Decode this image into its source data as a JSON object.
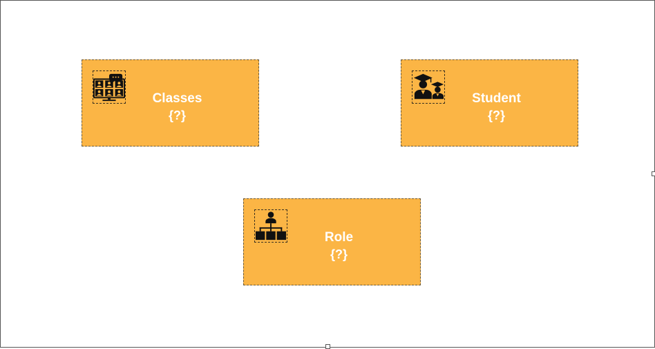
{
  "colors": {
    "card_fill": "#FBB545",
    "text": "#FFFFFF",
    "icon": "#111111"
  },
  "cards": [
    {
      "title": "Classes",
      "value": "{?}",
      "icon": "online-class-icon"
    },
    {
      "title": "Student",
      "value": "{?}",
      "icon": "graduates-icon"
    },
    {
      "title": "Role",
      "value": "{?}",
      "icon": "org-hierarchy-icon"
    }
  ]
}
